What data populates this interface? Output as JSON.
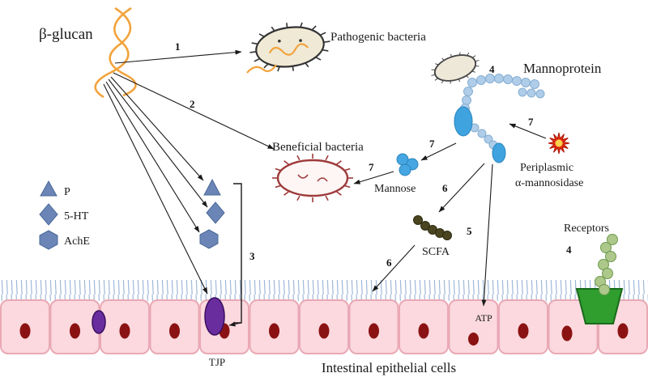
{
  "figure": {
    "labels": {
      "beta_glucan": "β-glucan",
      "pathogenic": "Pathogenic bacteria",
      "mannoprotein": "Mannoprotein",
      "beneficial": "Beneficial bacteria",
      "mannose": "Mannose",
      "periplasmic_line1": "Periplasmic",
      "periplasmic_line2": "α-mannosidase",
      "scfa": "SCFA",
      "receptors": "Receptors",
      "atp": "ATP",
      "tjp": "TJP",
      "intestinal": "Intestinal epithelial cells"
    },
    "legend": {
      "items": [
        {
          "shape": "triangle",
          "label": "P"
        },
        {
          "shape": "diamond",
          "label": "5-HT"
        },
        {
          "shape": "hexagon",
          "label": "AchE"
        }
      ]
    },
    "numbers": {
      "n1": "1",
      "n2": "2",
      "n3": "3",
      "n4_bacteria": "4",
      "n4_receptor": "4",
      "n5": "5",
      "n6_scfa": "6",
      "n6_cells": "6",
      "n7_mannose": "7",
      "n7_beneficial": "7",
      "n7_enzyme": "7"
    },
    "colors": {
      "beta_glucan_strand": "#F2A33C",
      "legend_shape": "#6B85B6",
      "mannoprotein_chain": "#AFCDE9",
      "mannoprotein_oval": "#3FA3E0",
      "mannose": "#45A6E2",
      "scfa": "#4A4520",
      "enzyme_burst": "#E63312",
      "enzyme_core": "#FFD24D",
      "receptor_chain": "#ADC88A",
      "receptor_body": "#2F9E2F",
      "cell_fill": "#FBD9DE",
      "cell_border": "#E9A9B5",
      "nucleus": "#8B1212",
      "tjp": "#6A2D9E",
      "cilia": "#9FB8D8",
      "beneficial_outline": "#9E3A3A",
      "pathogenic_fill": "#EFE9D6"
    }
  }
}
